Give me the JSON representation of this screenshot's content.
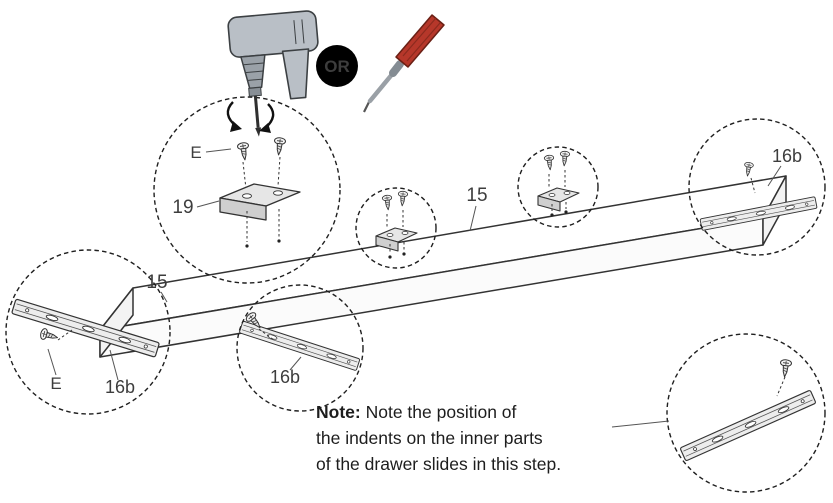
{
  "badge": {
    "or": "OR"
  },
  "labels": {
    "e_top": "E",
    "part_19": "19",
    "panel_15_top": "15",
    "panel_15_left": "15",
    "e_left": "E",
    "slide_16b_left": "16b",
    "slide_16b_mid": "16b",
    "slide_16b_right": "16b"
  },
  "note": {
    "title": "Note:",
    "line1": "Note the position of",
    "line2": "the indents on the inner parts",
    "line3": "of the drawer slides in this step."
  },
  "colors": {
    "ink": "#2f2f2f",
    "metal": "#b9bfc6",
    "badge_bg": "#000000",
    "badge_text": "#ffffff",
    "handle_red": "#b6372a"
  }
}
